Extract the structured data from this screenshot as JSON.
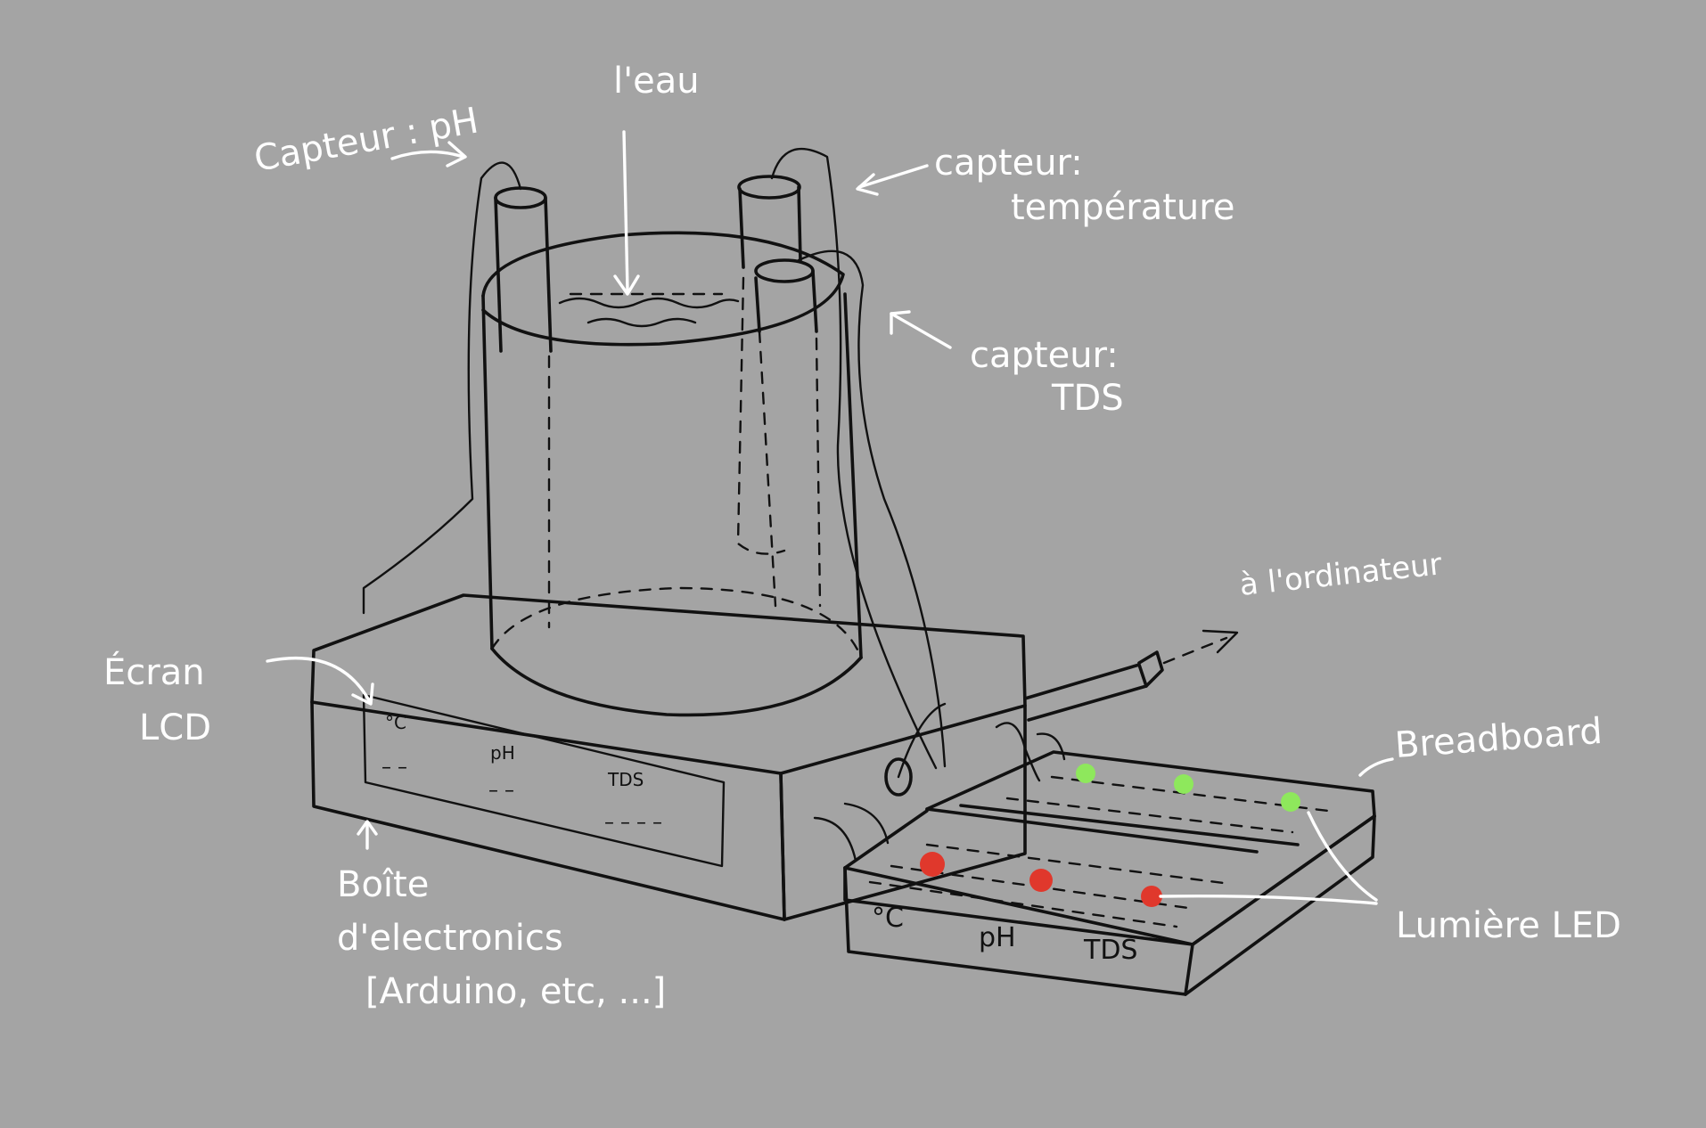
{
  "diagram": {
    "labels": {
      "water": "l'eau",
      "ph_sensor": "Capteur : pH",
      "temp_sensor_line1": "capteur:",
      "temp_sensor_line2": "température",
      "tds_sensor_line1": "capteur:",
      "tds_sensor_line2": "TDS",
      "lcd_line1": "Écran",
      "lcd_line2": "LCD",
      "box_line1": "Boîte",
      "box_line2": "d'electronics",
      "box_line3": "[Arduino, etc, ...]",
      "computer": "à l'ordinateur",
      "breadboard": "Breadboard",
      "led": "Lumière LED"
    },
    "lcd_screen": {
      "temp_unit": "°C",
      "ph": "pH",
      "tds": "TDS",
      "temp_value": "– –",
      "ph_value": "– –",
      "tds_value": "– – – –"
    },
    "breadboard_labels": {
      "temp": "°C",
      "ph": "pH",
      "tds": "TDS"
    },
    "colors": {
      "background": "#a4a4a4",
      "ink": "#111111",
      "annotation": "#ffffff",
      "led_green": "#8ee85c",
      "led_red": "#e0382c"
    }
  }
}
